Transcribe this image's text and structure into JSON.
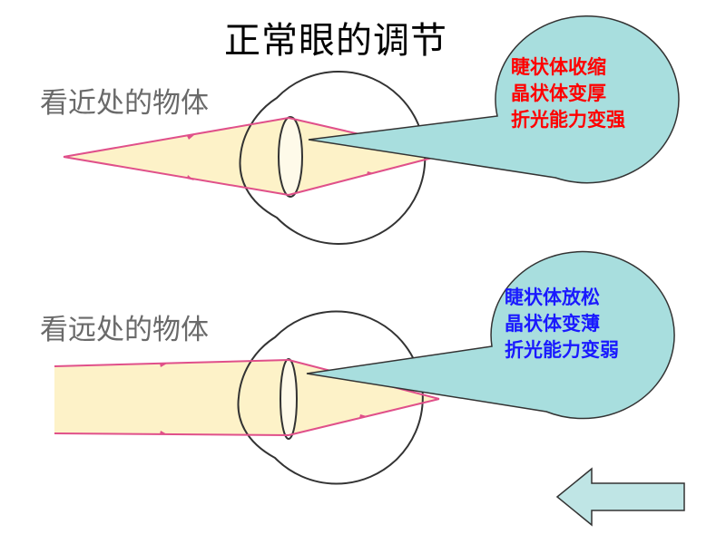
{
  "title": "正常眼的调节",
  "near": {
    "label": "看近处的物体",
    "callout": [
      "睫状体收缩",
      "晶状体变厚",
      "折光能力变强"
    ],
    "callout_color": "#ff0000"
  },
  "far": {
    "label": "看远处的物体",
    "callout": [
      "睫状体放松",
      "晶状体变薄",
      "折光能力变弱"
    ],
    "callout_color": "#1a1aff"
  },
  "colors": {
    "ray": "#e0508a",
    "light_fill": "#fdf2c8",
    "bubble_fill": "#a8dede",
    "arrow_fill": "#bfe5e5",
    "eye_stroke": "#333333"
  },
  "icons": {
    "back": "left-arrow-icon"
  }
}
